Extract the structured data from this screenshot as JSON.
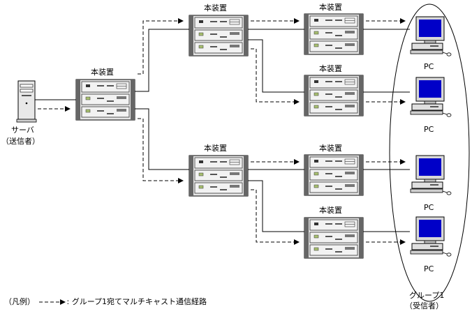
{
  "device_label": "本装置",
  "server": {
    "line1": "サーバ",
    "line2": "（送信者）"
  },
  "pc_label": "PC",
  "group": {
    "line1": "グループ1",
    "line2": "（受信者）"
  },
  "legend": {
    "prefix": "（凡例）",
    "text": ": グループ1宛てマルチキャスト通信経路"
  }
}
